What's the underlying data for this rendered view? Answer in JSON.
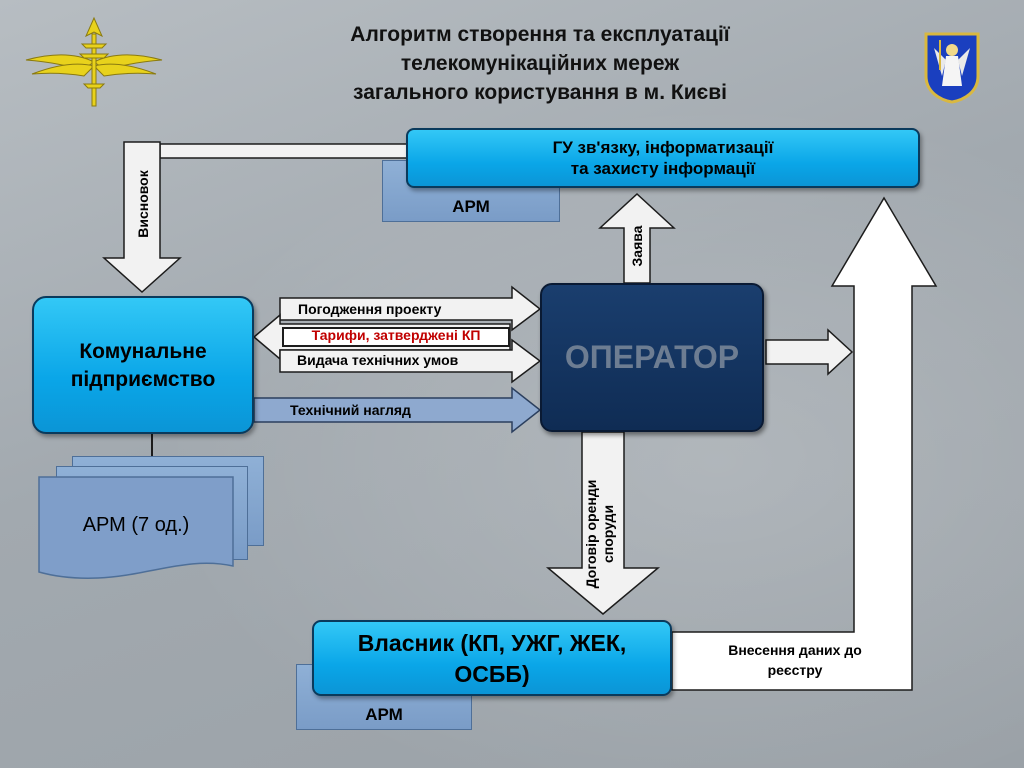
{
  "title": {
    "line1": "Алгоритм створення та експлуатації",
    "line2": "телекомунікаційних мереж",
    "line3": "загального користування в м. Києві"
  },
  "gu_box": {
    "line1": "ГУ зв'язку, інформатизації",
    "line2": "та захисту інформації",
    "arm": "АРМ"
  },
  "kp_box": {
    "line1": "Комунальне",
    "line2": "підприємство",
    "arm": "АРМ (7 од.)"
  },
  "operator": {
    "label": "ОПЕРАТОР"
  },
  "owner_box": {
    "line1": "Власник (КП, УЖГ, ЖЕК,",
    "line2": "ОСББ)",
    "arm": "АРМ"
  },
  "arrows": {
    "conclusion": "Висновок",
    "application": "Заява",
    "project_approval": "Погодження проекту",
    "tariffs": "Тарифи, затверджені КП",
    "tech_conditions": "Видача технічних умов",
    "tech_supervision": "Технічний нагляд",
    "lease_contract_line1": "Договір оренди",
    "lease_contract_line2": "споруди",
    "registry_line1": "Внесення даних до",
    "registry_line2": "реєстру"
  },
  "colors": {
    "accent_blue": "#0aa6e8",
    "operator_navy": "#0f2c54",
    "tariff_red": "#c00000",
    "arm_tab": "#7a9cc7"
  },
  "icons": {
    "left_emblem": "winged-lightning-emblem-icon",
    "right_emblem": "kyiv-coat-of-arms-icon"
  }
}
